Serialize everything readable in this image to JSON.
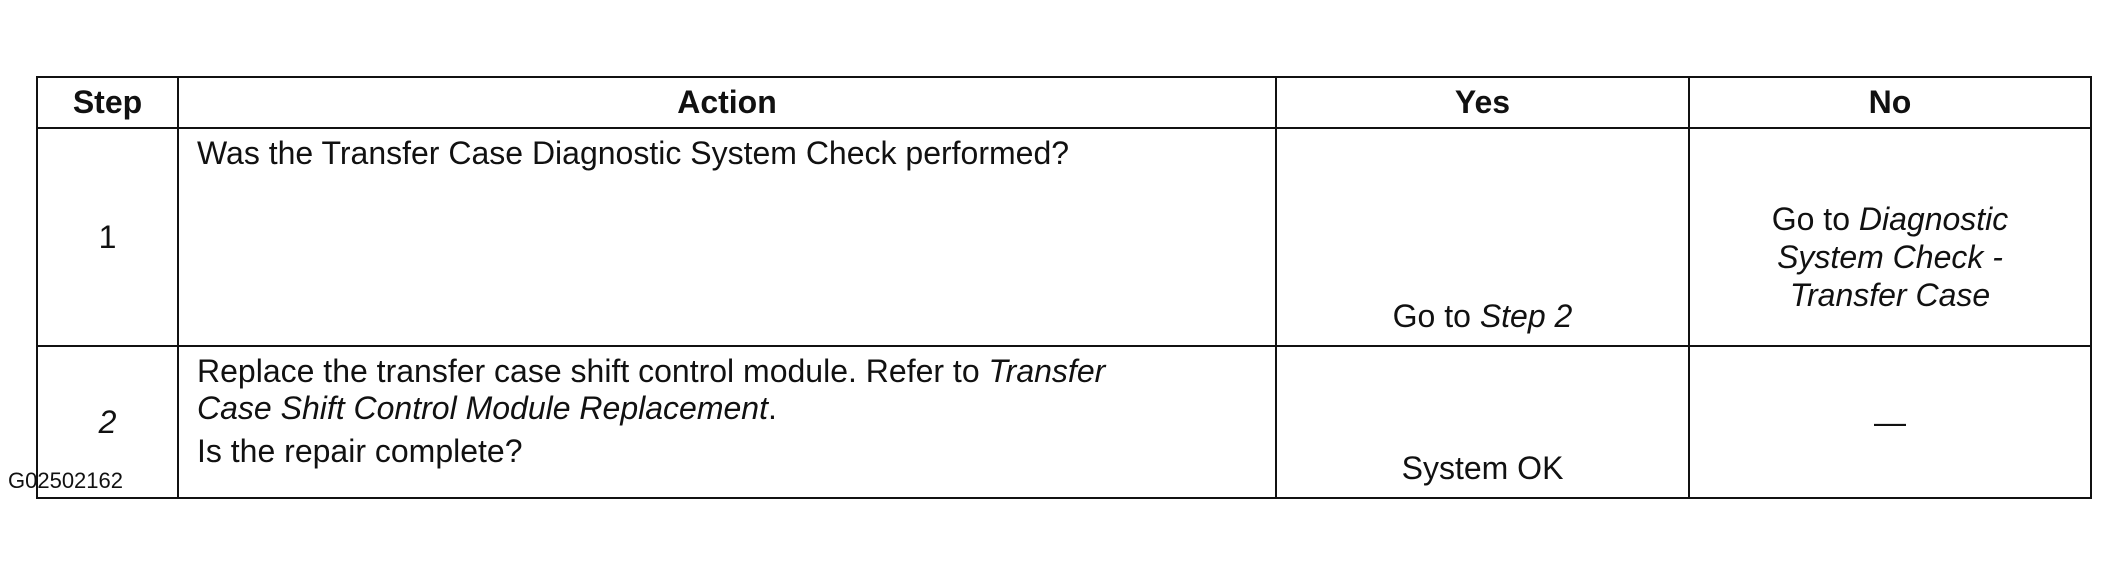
{
  "table": {
    "headers": {
      "step": "Step",
      "action": "Action",
      "yes": "Yes",
      "no": "No"
    },
    "rows": [
      {
        "step": "1",
        "action": {
          "line1": "Was the Transfer Case Diagnostic System Check performed?"
        },
        "yes": {
          "prefix": "Go to ",
          "ref": "Step 2"
        },
        "no": {
          "prefix": "Go to ",
          "ref1": "Diagnostic",
          "ref2": "System Check -",
          "ref3": "Transfer Case"
        }
      },
      {
        "step": "2",
        "action": {
          "text_prefix": "Replace the transfer case shift control module. Refer to ",
          "ref_part1": "Transfer",
          "ref_part2": "Case Shift Control Module Replacement",
          "suffix": ".",
          "question": "Is the repair complete?"
        },
        "yes": {
          "text": "System OK"
        },
        "no": {
          "text": "—"
        }
      }
    ]
  },
  "figure_id": "G02502162"
}
